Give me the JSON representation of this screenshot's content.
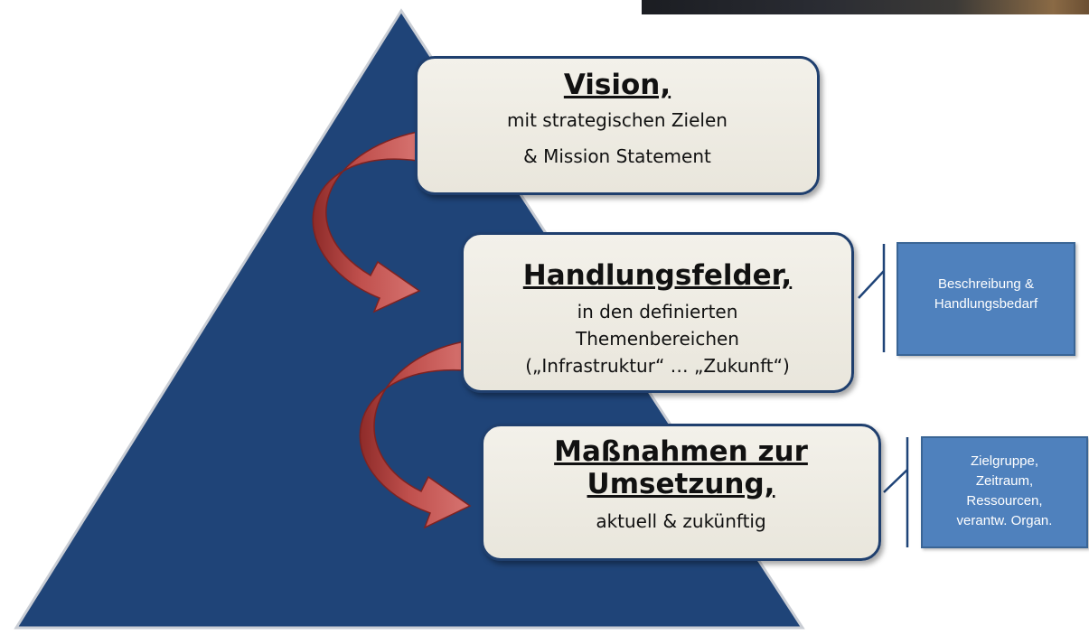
{
  "levels": [
    {
      "title": "Vision,",
      "lines": [
        "mit strategischen Zielen",
        "& Mission Statement"
      ]
    },
    {
      "title": "Handlungsfelder,",
      "lines": [
        "in den definierten",
        "Themenbereichen",
        "(„Infrastruktur“ … „Zukunft“)"
      ]
    },
    {
      "title_lines": [
        "Maßnahmen zur",
        "Umsetzung,"
      ],
      "lines": [
        "aktuell & zukünftig"
      ]
    }
  ],
  "notes": [
    {
      "lines": [
        "Beschreibung &",
        "Handlungsbedarf"
      ]
    },
    {
      "lines": [
        "Zielgruppe,",
        "Zeitraum,",
        "Ressourcen,",
        "verantw. Organ."
      ]
    }
  ],
  "colors": {
    "pyramid": "#1f4478",
    "box_fill": "#efede5",
    "box_border": "#1f3f6e",
    "arrow": "#c0504d",
    "note_fill": "#4f81bd"
  }
}
